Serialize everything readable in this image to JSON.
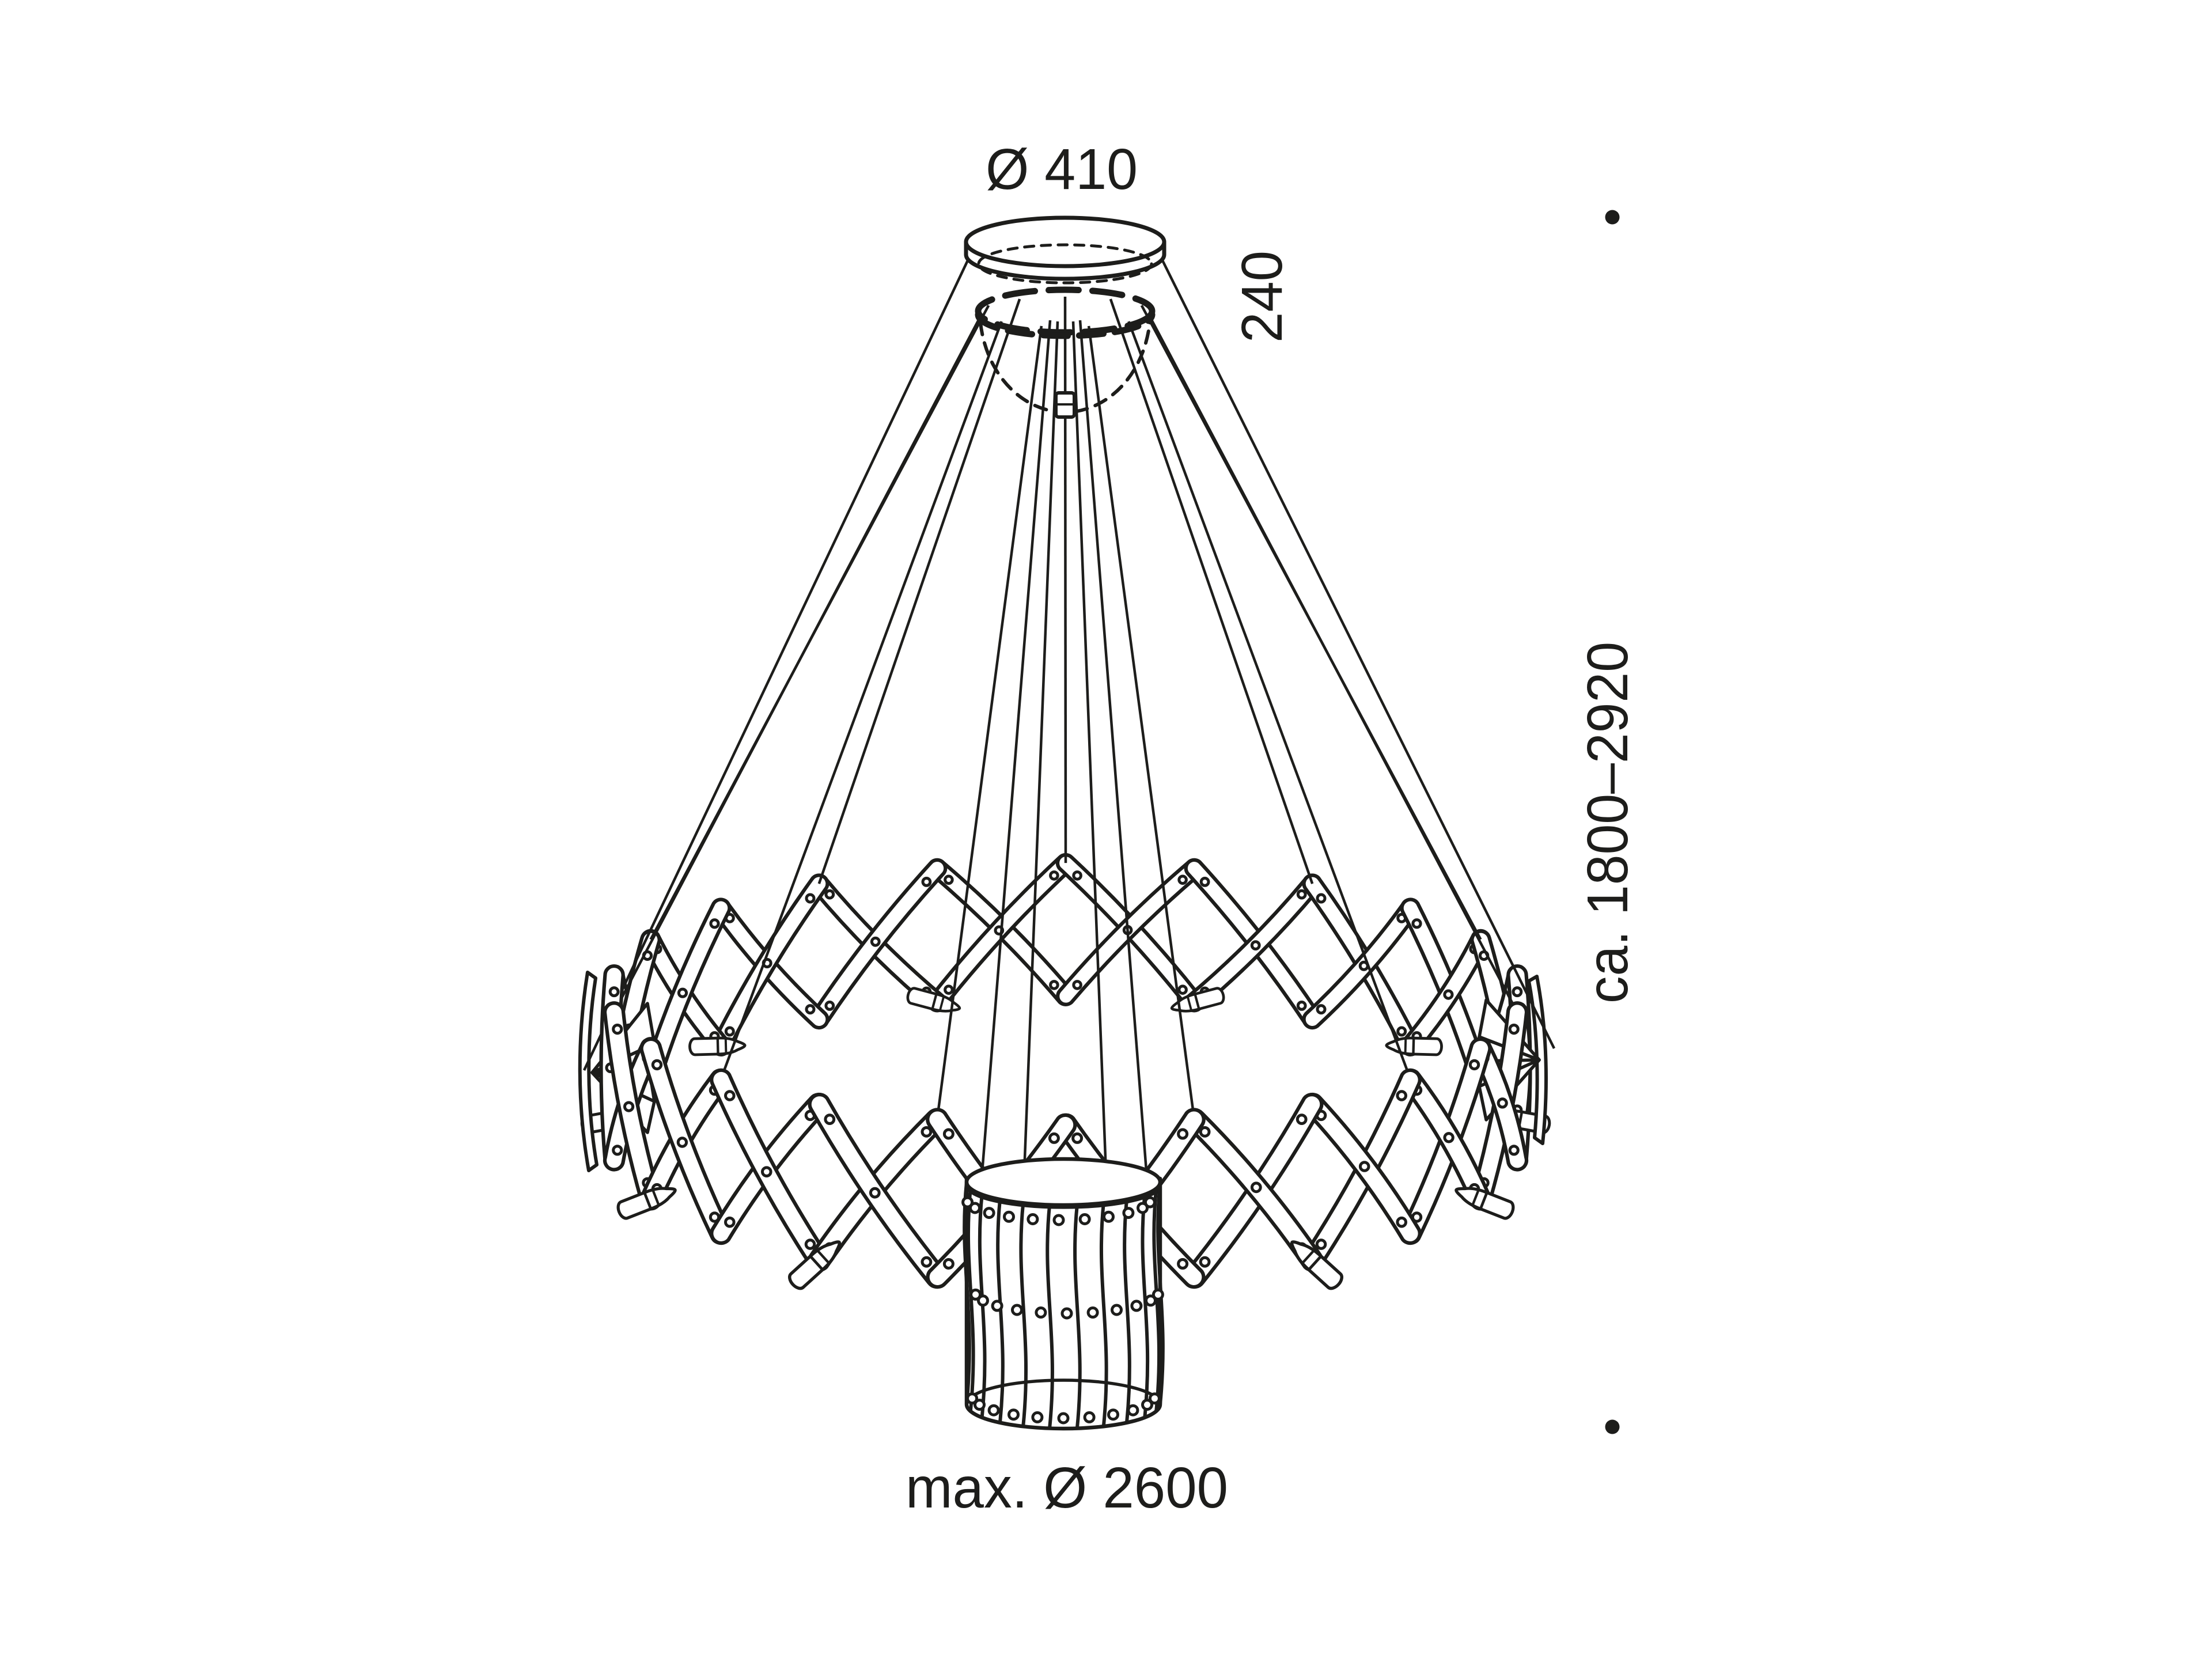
{
  "colors": {
    "ink": "#1d1d1b",
    "paper": "#ffffff"
  },
  "labels": {
    "canopy_diameter": "Ø 410",
    "canopy_height": "240",
    "suspension_height_range": "ca. 1800–2920",
    "max_diameter": "max. Ø 2600"
  },
  "right_margin_markers": {
    "count": 2,
    "shape": "filled-dot"
  }
}
